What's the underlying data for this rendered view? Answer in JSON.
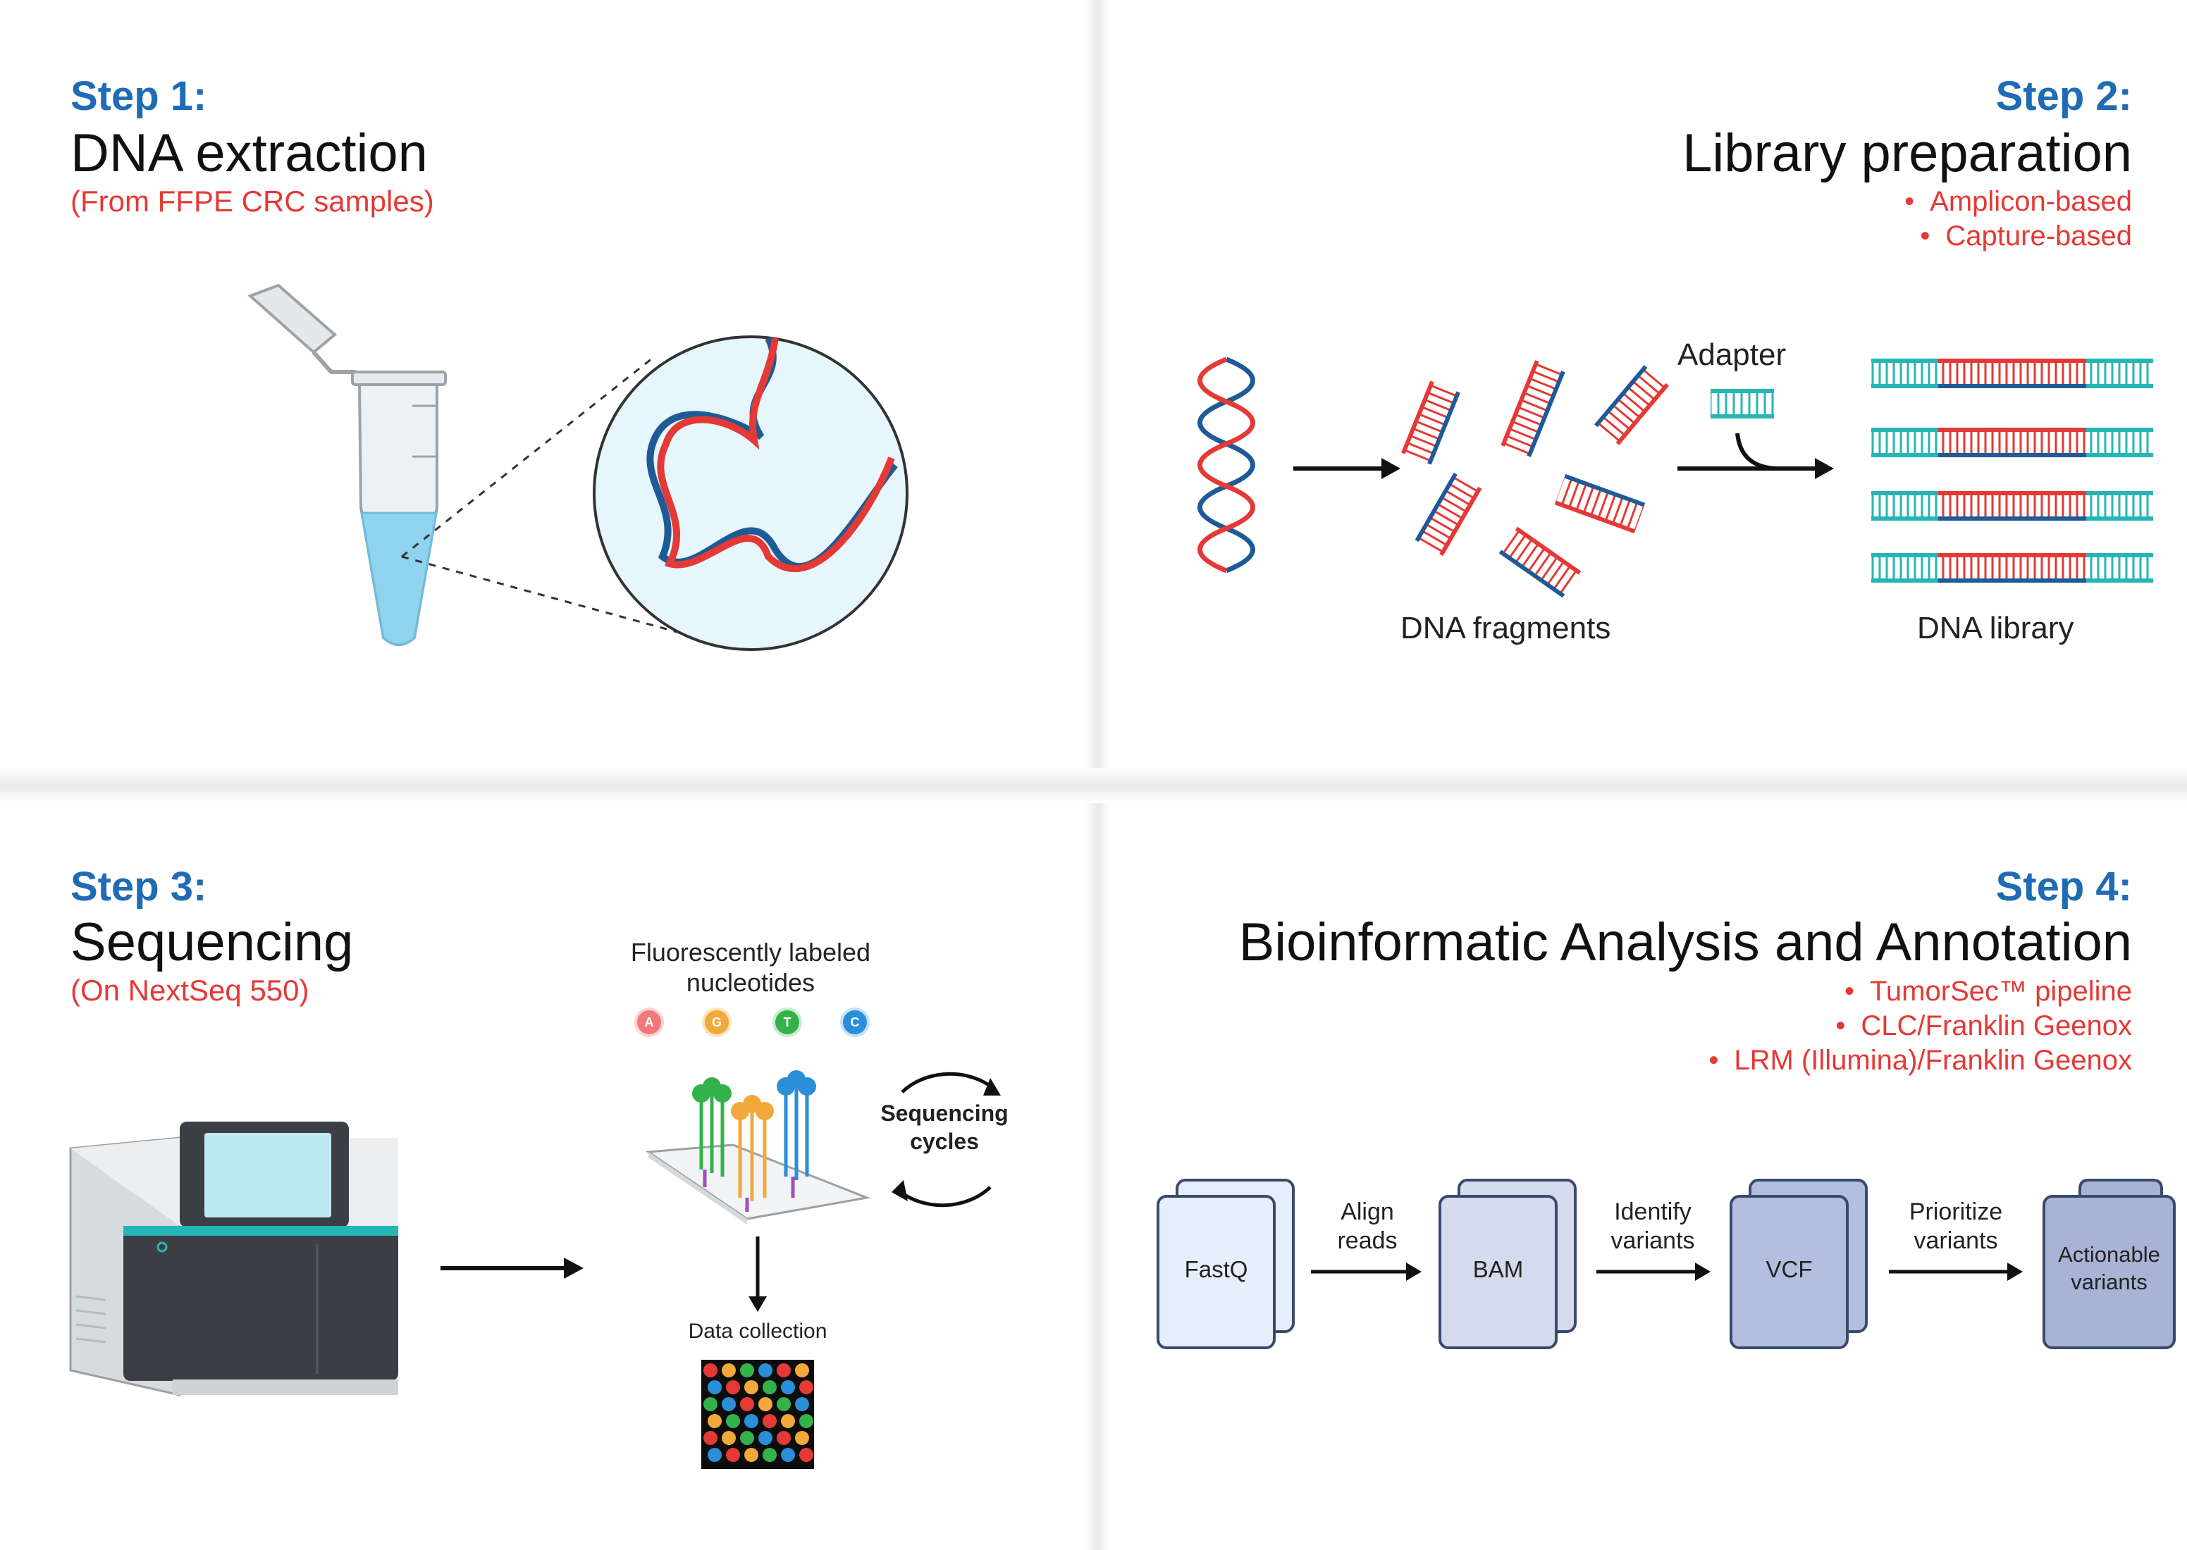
{
  "step1": {
    "step": "Step 1:",
    "title": "DNA extraction",
    "subtitle": "(From FFPE CRC samples)"
  },
  "step2": {
    "step": "Step 2:",
    "title": "Library preparation",
    "bullets": [
      "Amplicon-based",
      "Capture-based"
    ],
    "labels": {
      "adapter": "Adapter",
      "fragments": "DNA fragments",
      "library": "DNA library"
    }
  },
  "step3": {
    "step": "Step 3:",
    "title": "Sequencing",
    "subtitle": "(On NextSeq 550)",
    "labels": {
      "nucleotides": "Fluorescently labeled\nnucleotides",
      "cycles": "Sequencing\ncycles",
      "data": "Data collection"
    },
    "bases": [
      "A",
      "G",
      "T",
      "C"
    ]
  },
  "step4": {
    "step": "Step 4:",
    "title": "Bioinformatic Analysis and Annotation",
    "bullets": [
      "TumorSec™ pipeline",
      "CLC/Franklin Geenox",
      "LRM (Illumina)/Franklin Geenox"
    ],
    "files": [
      "FastQ",
      "BAM",
      "VCF",
      "Actionable\nvariants"
    ],
    "actions": [
      "Align\nreads",
      "Identify\nvariants",
      "Prioritize\nvariants"
    ]
  },
  "colors": {
    "step_blue": "#1f6bb5",
    "accent_red": "#e53935",
    "dna_red": "#e53935",
    "dna_blue": "#1e5a96",
    "adapter_teal": "#26b5b5"
  }
}
